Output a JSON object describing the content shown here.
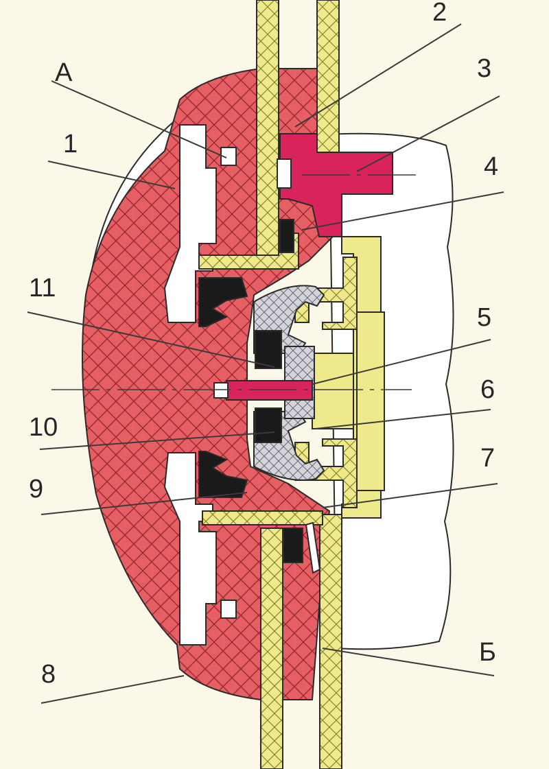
{
  "colors": {
    "background": "#fbf8ea",
    "body_red": "#e55f64",
    "body_hatch": "#9a2a30",
    "panel_yellow": "#eee98a",
    "panel_hatch": "#8a8430",
    "black_seal": "#1a1a1a",
    "white_region": "#ffffff",
    "grey_part": "#cfcfd4",
    "pin_magenta": "#d8245a"
  },
  "labels": {
    "a": "А",
    "one": "1",
    "two": "2",
    "three": "3",
    "four": "4",
    "five": "5",
    "six": "6",
    "seven": "7",
    "eight": "8",
    "nine": "9",
    "ten": "10",
    "eleven": "11",
    "b": "Б"
  }
}
